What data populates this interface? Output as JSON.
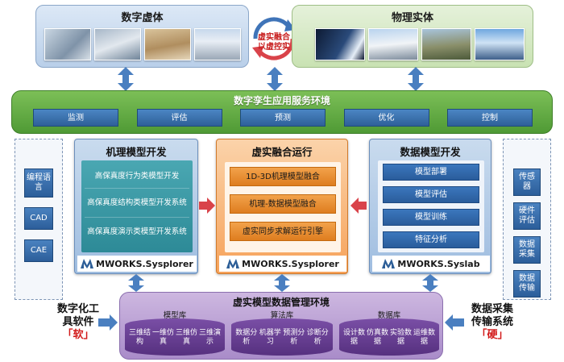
{
  "top": {
    "digital_title": "数字虚体",
    "physical_title": "物理实体",
    "fusion_label_line1": "虚实融合",
    "fusion_label_line2": "以虚控实"
  },
  "service": {
    "title": "数字孪生应用服务环境",
    "buttons": [
      "监测",
      "评估",
      "预测",
      "优化",
      "控制"
    ]
  },
  "mechanism": {
    "title": "机理模型开发",
    "items": [
      "高保真度行为类模型开发",
      "高保真度结构类模型开发系统",
      "高保真度演示类模型开发系统"
    ],
    "brand": "MWORKS.Sysplorer"
  },
  "fusion": {
    "title": "虚实融合运行",
    "items": [
      "1D-3D机理模型融合",
      "机理-数据模型融合",
      "虚实同步求解运行引擎"
    ],
    "brand": "MWORKS.Sysplorer"
  },
  "datamodel": {
    "title": "数据模型开发",
    "items": [
      "模型部署",
      "模型评估",
      "模型训练",
      "特征分析"
    ],
    "brand": "MWORKS.Syslab"
  },
  "left_side": {
    "items": [
      "编程语言",
      "CAD",
      "CAE"
    ],
    "label_line1": "数字化工",
    "label_line2": "具软件",
    "label_highlight": "「软」"
  },
  "right_side": {
    "items": [
      "传感器",
      "硬件评估",
      "数据采集",
      "数据传输"
    ],
    "label_line1": "数据采集",
    "label_line2": "传输系统",
    "label_highlight": "「硬」"
  },
  "bottom": {
    "title": "虚实模型数据管理环境",
    "libraries": [
      {
        "name": "模型库",
        "cells": [
          "三维结构",
          "一维仿真",
          "三维仿真",
          "三维演示"
        ]
      },
      {
        "name": "算法库",
        "cells": [
          "数据分析",
          "机器学习",
          "预测分析",
          "诊断分析"
        ]
      },
      {
        "name": "数据库",
        "cells": [
          "设计数据",
          "仿真数据",
          "实验数据",
          "运维数据"
        ]
      }
    ]
  },
  "colors": {
    "accent_blue": "#2e5f98",
    "service_green": "#5aa53d",
    "fusion_orange": "#f6a25a",
    "bottom_purple": "#b59bd3",
    "arrow_blue": "#4a7fc0",
    "arrow_red": "#d9434a",
    "highlight_red": "#d21a1a"
  }
}
